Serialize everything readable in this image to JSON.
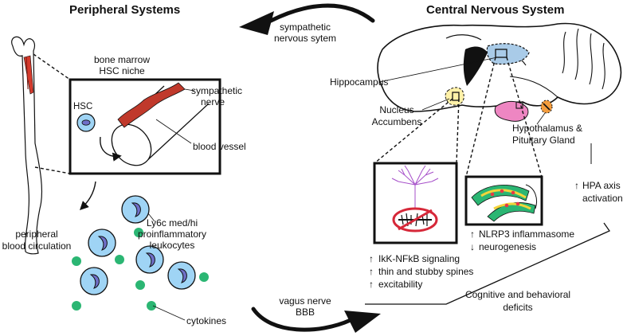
{
  "titles": {
    "peripheral": "Peripheral Systems",
    "central": "Central Nervous System"
  },
  "arrows": {
    "top": [
      "sympathetic",
      "nervous sytem"
    ],
    "bottom": [
      "vagus nerve",
      "BBB"
    ]
  },
  "bone_marrow": {
    "niche": [
      "bone marrow",
      "HSC niche"
    ],
    "hsc": "HSC",
    "nerve": [
      "sympathetic",
      "nerve"
    ],
    "vessel": "blood vessel"
  },
  "circulation": {
    "label": [
      "peripheral",
      "blood circulation"
    ],
    "leukocytes": [
      "Ly6c med/hi",
      "proinflammatory",
      "leukocytes"
    ],
    "cytokines": "cytokines"
  },
  "brain": {
    "hippocampus": "Hippocampus",
    "nucleus": [
      "Nucleus",
      "Accumbens"
    ],
    "hypothalamus": [
      "Hypothalamus &",
      "Pituitary Gland"
    ]
  },
  "effects": {
    "nucleus": [
      "IkK-NFkB signaling",
      "thin and stubby spines",
      "excitability"
    ],
    "hippocampus": [
      "NLRP3 inflammasome",
      "neurogenesis"
    ],
    "hpa": [
      "HPA axis",
      "activation"
    ],
    "deficits": [
      "Cognitive and behavioral",
      "deficits"
    ]
  },
  "colors": {
    "cell_fill": "#9fd4f5",
    "nucleus_fill": "#6f6fc8",
    "cytokine": "#2bb673",
    "nerve": "#c0392b",
    "hippocampus_fill": "#a9cbe8",
    "nucleus_accumbens_fill": "#fff1a8",
    "hypothalamus_fill": "#ee86c2",
    "pituitary_fill": "#f39c3d",
    "neuron": "#a64fc9",
    "no_sign": "#d62839"
  }
}
